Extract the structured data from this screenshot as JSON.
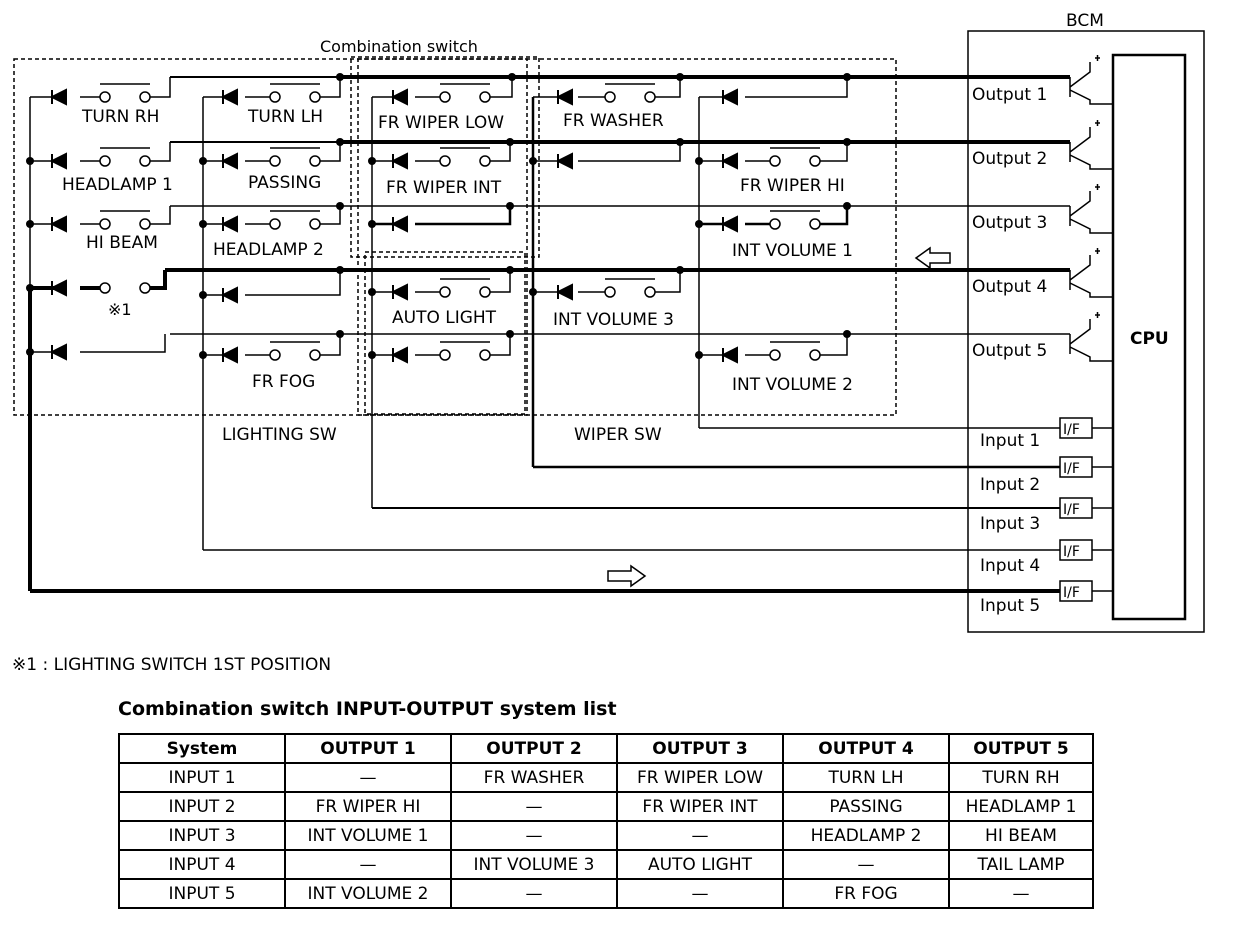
{
  "diagram": {
    "bcm_title": "BCM",
    "combination_switch_label": "Combination switch",
    "cpu_label": "CPU",
    "lighting_sw_label": "LIGHTING SW",
    "wiper_sw_label": "WIPER SW",
    "outputs": [
      "Output 1",
      "Output 2",
      "Output 3",
      "Output 4",
      "Output 5"
    ],
    "inputs": [
      "Input 1",
      "Input 2",
      "Input 3",
      "Input 4",
      "Input 5"
    ],
    "if_label": "I/F",
    "switches": {
      "turn_rh": "TURN RH",
      "turn_lh": "TURN LH",
      "fr_wiper_low": "FR WIPER LOW",
      "fr_washer": "FR WASHER",
      "headlamp1": "HEADLAMP 1",
      "passing": "PASSING",
      "fr_wiper_int": "FR WIPER INT",
      "fr_wiper_hi": "FR WIPER HI",
      "hi_beam": "HI BEAM",
      "headlamp2": "HEADLAMP 2",
      "int_volume1": "INT VOLUME 1",
      "note_mark": "※1",
      "auto_light": "AUTO LIGHT",
      "int_volume3": "INT VOLUME 3",
      "fr_fog": "FR FOG",
      "int_volume2": "INT VOLUME 2"
    }
  },
  "note": "※1 : LIGHTING SWITCH 1ST POSITION",
  "table": {
    "title": "Combination switch INPUT-OUTPUT system list",
    "headers": [
      "System",
      "OUTPUT 1",
      "OUTPUT 2",
      "OUTPUT 3",
      "OUTPUT 4",
      "OUTPUT 5"
    ],
    "rows": [
      [
        "INPUT 1",
        "—",
        "FR WASHER",
        "FR WIPER LOW",
        "TURN LH",
        "TURN RH"
      ],
      [
        "INPUT 2",
        "FR WIPER HI",
        "—",
        "FR WIPER INT",
        "PASSING",
        "HEADLAMP 1"
      ],
      [
        "INPUT 3",
        "INT VOLUME 1",
        "—",
        "—",
        "HEADLAMP 2",
        "HI BEAM"
      ],
      [
        "INPUT 4",
        "—",
        "INT VOLUME 3",
        "AUTO LIGHT",
        "—",
        "TAIL LAMP"
      ],
      [
        "INPUT 5",
        "INT VOLUME 2",
        "—",
        "—",
        "FR FOG",
        "—"
      ]
    ]
  }
}
